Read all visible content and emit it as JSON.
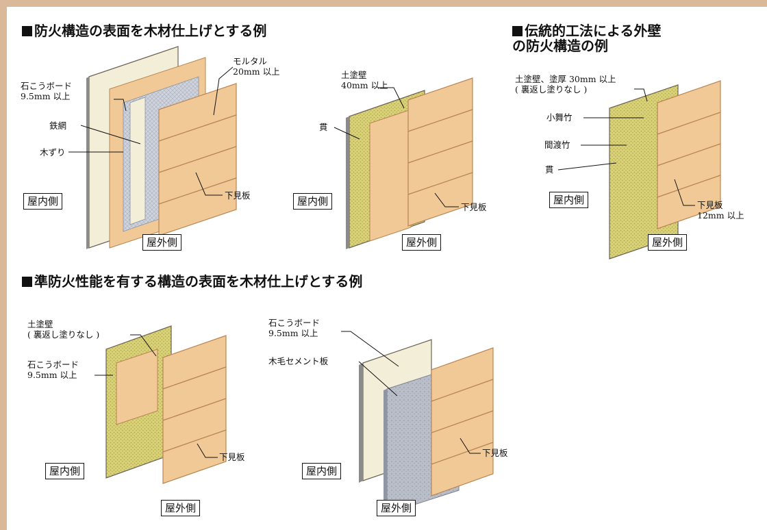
{
  "colors": {
    "frame": "#d9b99a",
    "board": "#f1c996",
    "board_edge": "#b98552",
    "plaster": "#d9d27a",
    "plaster_dot": "#b2a944",
    "mesh": "#cfd3dc",
    "gypsum": "#f3eed8",
    "cement": "#b9bec8"
  },
  "sections": {
    "a": {
      "title": "防火構造の表面を木材仕上げとする例",
      "fig1": {
        "gypsum": "石こうボード\n9.5mm 以上",
        "mortar": "モルタル\n20mm 以上",
        "mesh": "鉄網",
        "lath": "木ずり",
        "siding": "下見板",
        "inside": "屋内側",
        "outside": "屋外側"
      },
      "fig2": {
        "clay": "土塗壁\n40mm 以上",
        "nuki": "貫",
        "siding": "下見板",
        "inside": "屋内側",
        "outside": "屋外側"
      }
    },
    "b": {
      "title": "伝統的工法による外壁\nの防火構造の例",
      "fig1": {
        "clay": "土塗壁、塗厚 30mm 以上\n( 裏返し塗りなし )",
        "komai": "小舞竹",
        "mawatari": "間渡竹",
        "nuki": "貫",
        "siding": "下見板\n12mm 以上",
        "inside": "屋内側",
        "outside": "屋外側"
      }
    },
    "c": {
      "title": "準防火性能を有する構造の表面を木材仕上げとする例",
      "fig1": {
        "clay": "土塗壁\n( 裏返し塗りなし )",
        "gypsum": "石こうボード\n9.5mm 以上",
        "siding": "下見板",
        "inside": "屋内側",
        "outside": "屋外側"
      },
      "fig2": {
        "gypsum": "石こうボード\n9.5mm 以上",
        "cement": "木毛セメント板",
        "siding": "下見板",
        "inside": "屋内側",
        "outside": "屋外側"
      }
    }
  }
}
